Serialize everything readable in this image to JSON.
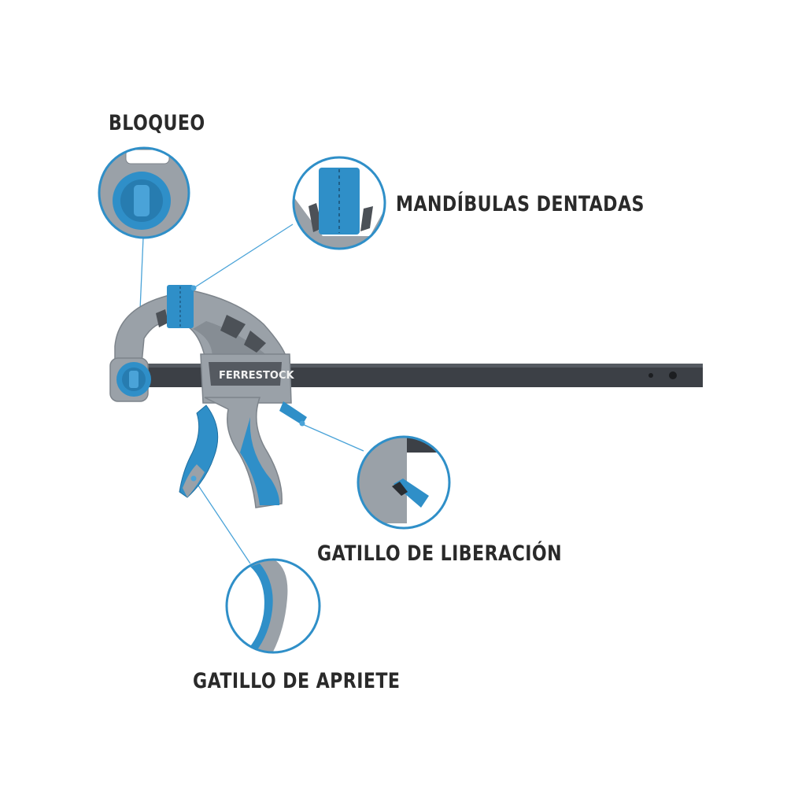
{
  "labels": {
    "lock": "BLOQUEO",
    "jaws": "MANDÍBULAS DENTADAS",
    "release_trigger": "GATILLO DE LIBERACIÓN",
    "squeeze_trigger": "GATILLO DE APRIETE"
  },
  "brand": "FERRESTOCK",
  "colors": {
    "accent_blue": "#2f8fc8",
    "body_gray": "#9aa1a8",
    "bar_dark": "#3c4046",
    "callout_line": "#4aa3d8",
    "label_text": "#2a2a2a"
  }
}
